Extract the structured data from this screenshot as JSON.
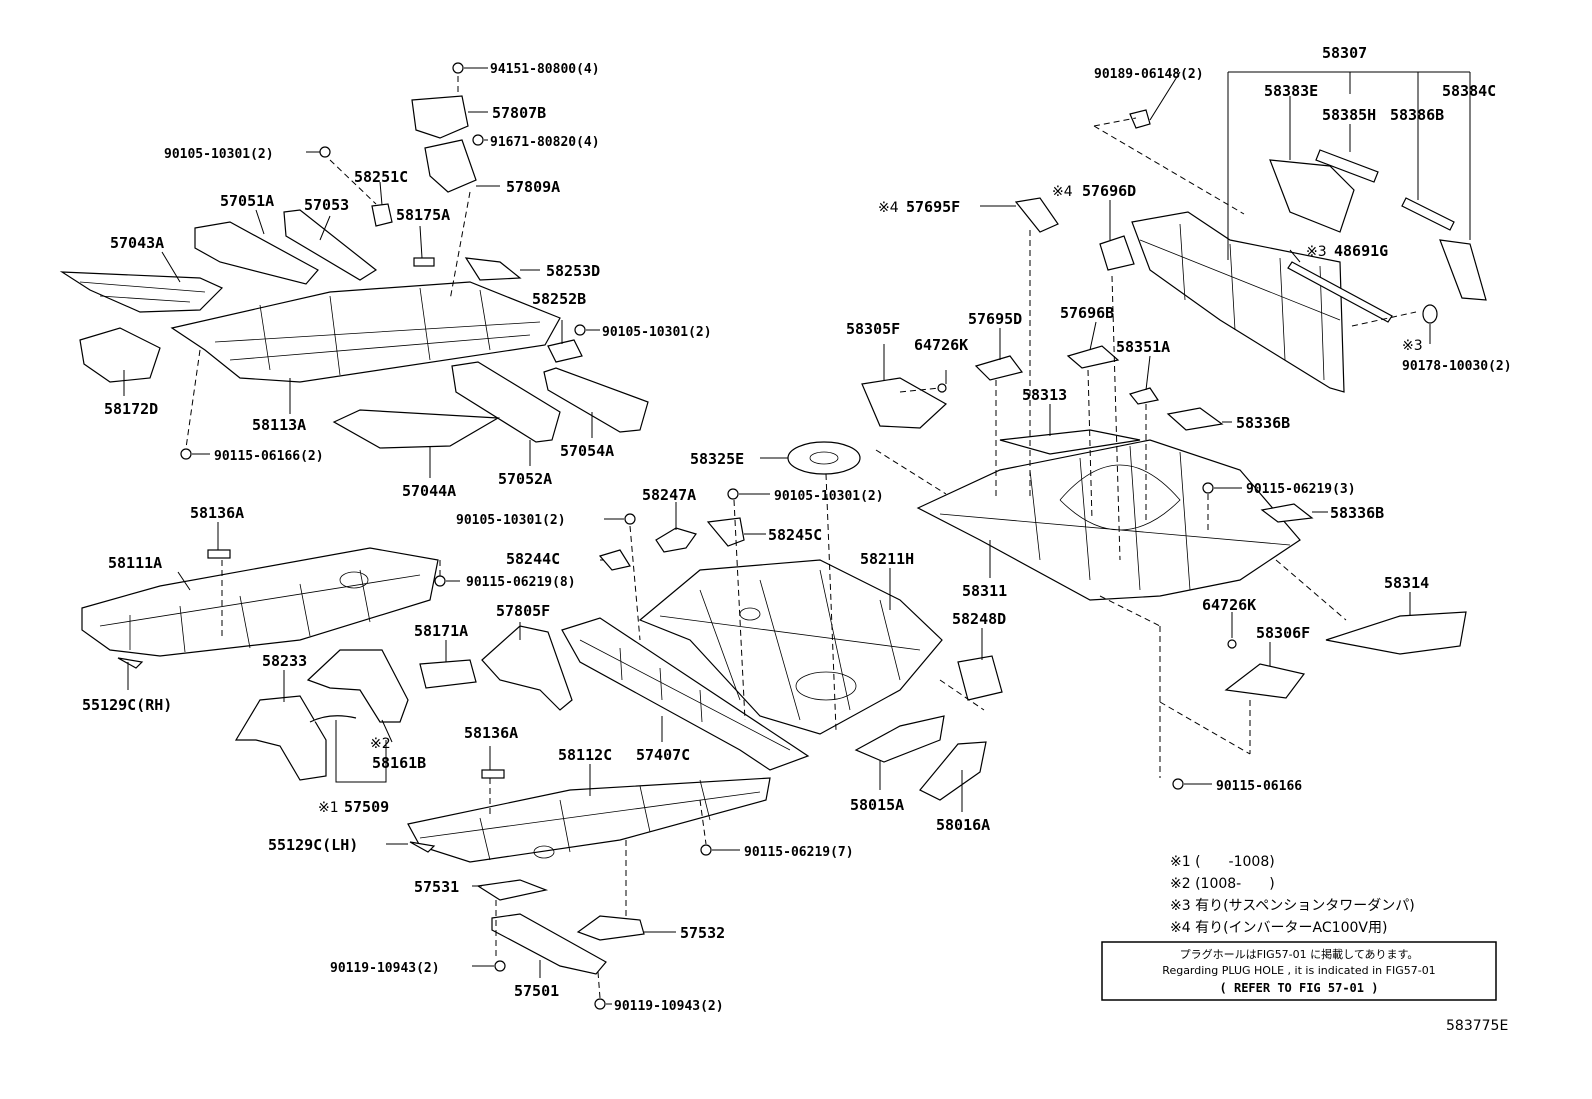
{
  "labels": {
    "l94151": "94151-80800(4)",
    "l57807b": "57807B",
    "l91671": "91671-80820(4)",
    "l90105a": "90105-10301(2)",
    "l58251c": "58251C",
    "l57809a": "57809A",
    "l57051a": "57051A",
    "l57053": "57053",
    "l58175a": "58175A",
    "l57043a": "57043A",
    "l58253d": "58253D",
    "l58252b": "58252B",
    "l90105b": "90105-10301(2)",
    "l58172d": "58172D",
    "l58113a": "58113A",
    "l90115a": "90115-06166(2)",
    "l57054a": "57054A",
    "l57044a": "57044A",
    "l57052a": "57052A",
    "l58136a1": "58136A",
    "l58111a": "58111A",
    "l90115b": "90115-06219(8)",
    "l55129rh": "55129C(RH)",
    "l58233": "58233",
    "l58171a": "58171A",
    "l57805f": "57805F",
    "l58161b": "58161B",
    "l57509": "57509",
    "l58136a2": "58136A",
    "l58112c": "58112C",
    "l57407c": "57407C",
    "l55129lh": "55129C(LH)",
    "l90115c": "90115-06219(7)",
    "l57531": "57531",
    "l57532": "57532",
    "l90119a": "90119-10943(2)",
    "l57501": "57501",
    "l90119b": "90119-10943(2)",
    "l58325e": "58325E",
    "l58247a": "58247A",
    "l90105c": "90105-10301(2)",
    "l90105d": "90105-10301(2)",
    "l58245c": "58245C",
    "l58244c": "58244C",
    "l58211h": "58211H",
    "l58248d": "58248D",
    "l58015a": "58015A",
    "l58016a": "58016A",
    "l90189": "90189-06148(2)",
    "l58307": "58307",
    "l58383e": "58383E",
    "l58384c": "58384C",
    "l58385h": "58385H",
    "l58386b": "58386B",
    "l57695f": "57695F",
    "l57696d": "57696D",
    "l48691g": "48691G",
    "l90178": "90178-10030(2)",
    "l58305f": "58305F",
    "l64726k1": "64726K",
    "l57695d": "57695D",
    "l57696b": "57696B",
    "l58351a": "58351A",
    "l58313": "58313",
    "l58336b1": "58336B",
    "l90115d": "90115-06219(3)",
    "l58336b2": "58336B",
    "l58311": "58311",
    "l58314": "58314",
    "l64726k2": "64726K",
    "l58306f": "58306F",
    "l90115e": "90115-06166"
  },
  "marks": {
    "m1": "※1",
    "m2": "※2",
    "m3": "※3",
    "m3b": "※3",
    "m4a": "※4",
    "m4b": "※4"
  },
  "notes": {
    "n1": "※1 (　　-1008)",
    "n2": "※2 (1008-　　)",
    "n3": "※3 有り(サスペンションタワーダンパ)",
    "n4": "※4 有り(インバーターAC100V用)"
  },
  "notice": {
    "jp": "プラグホールはFIG57-01 に掲載してあります。",
    "en": "Regarding PLUG HOLE , it is indicated in FIG57-01",
    "ref": "( REFER TO FIG 57-01 )"
  },
  "figure_code": "583775E"
}
